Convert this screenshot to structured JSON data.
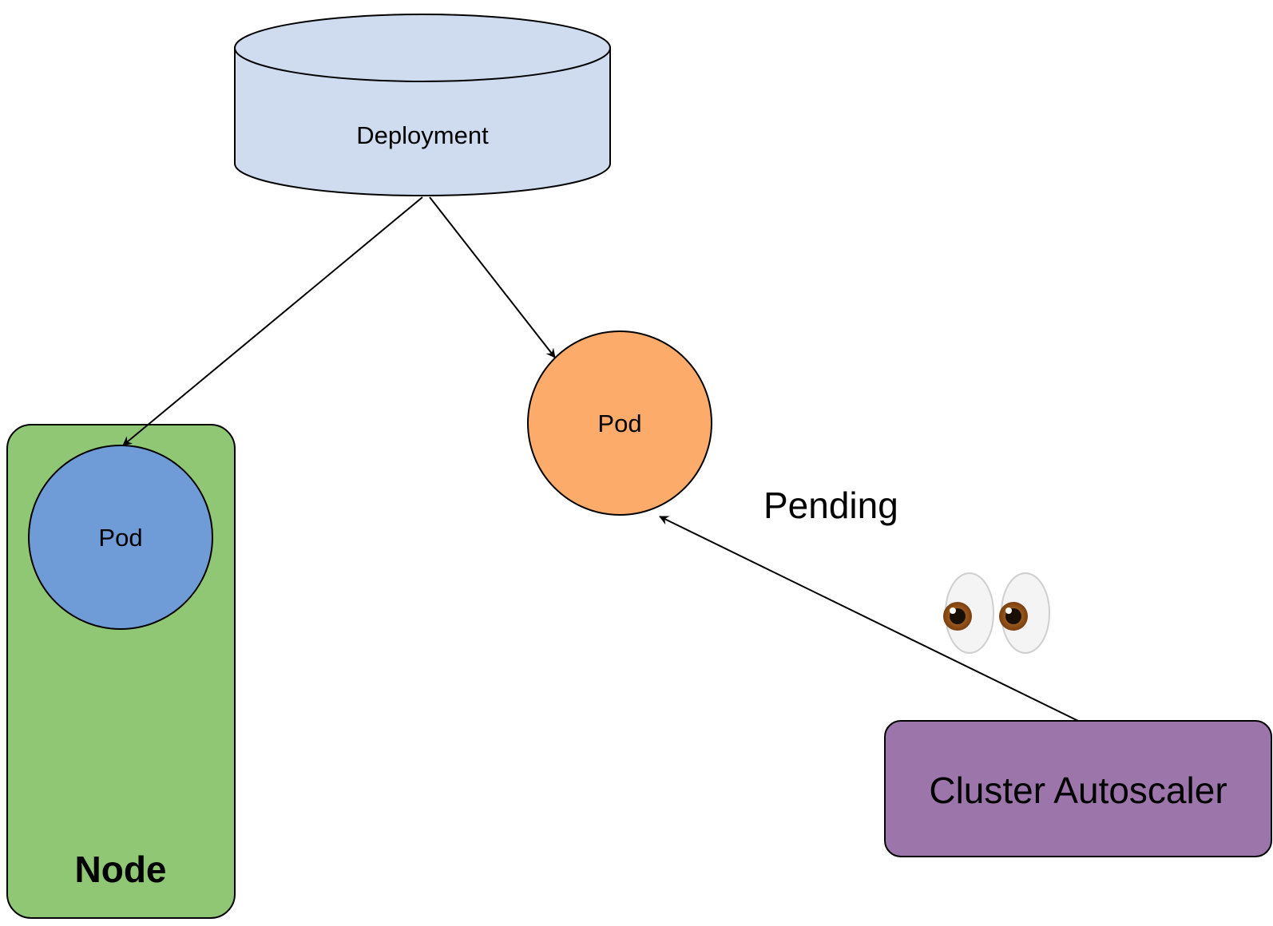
{
  "diagram": {
    "deployment": {
      "label": "Deployment",
      "color": "#cfdcf0"
    },
    "node": {
      "label": "Node",
      "color": "#8fc774"
    },
    "running_pod": {
      "label": "Pod",
      "color": "#6f9bd6"
    },
    "pending_pod": {
      "label": "Pod",
      "color": "#fdab6b"
    },
    "status_label": "Pending",
    "autoscaler": {
      "label": "Cluster Autoscaler",
      "color": "#9c75ab"
    },
    "watching_icon": "eyes-icon"
  }
}
